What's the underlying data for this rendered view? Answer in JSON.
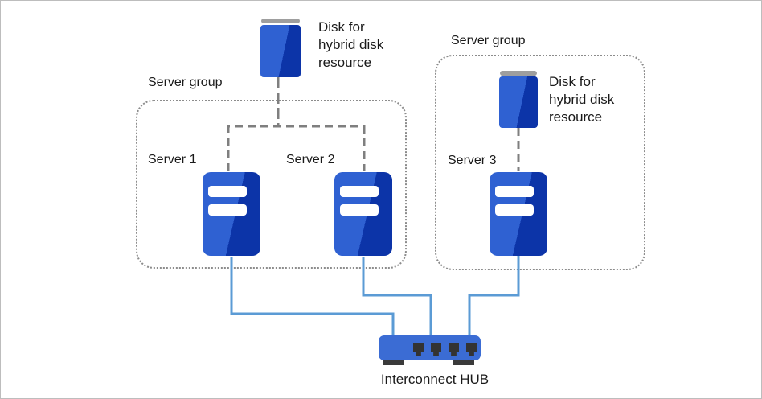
{
  "groups": {
    "left": {
      "label": "Server group"
    },
    "right": {
      "label": "Server group"
    }
  },
  "servers": [
    {
      "label": "Server 1"
    },
    {
      "label": "Server 2"
    },
    {
      "label": "Server 3"
    }
  ],
  "disks": {
    "top": {
      "label": "Disk for hybrid disk resource"
    },
    "right": {
      "label": "Disk for hybrid disk resource"
    }
  },
  "hub": {
    "label": "Interconnect HUB"
  },
  "icons": {
    "server": "server-icon",
    "disk": "disk-icon",
    "hub": "hub-icon"
  },
  "colors": {
    "server_light": "#2f61d2",
    "server_dark": "#0c34a8",
    "hub_blue": "#3b6cd4",
    "port_dark": "#333333",
    "connector_blue": "#5b9bd5",
    "dash_gray": "#7f7f7f",
    "group_border_gray": "#8c8c8c",
    "disk_cap_gray": "#9e9e9e"
  }
}
